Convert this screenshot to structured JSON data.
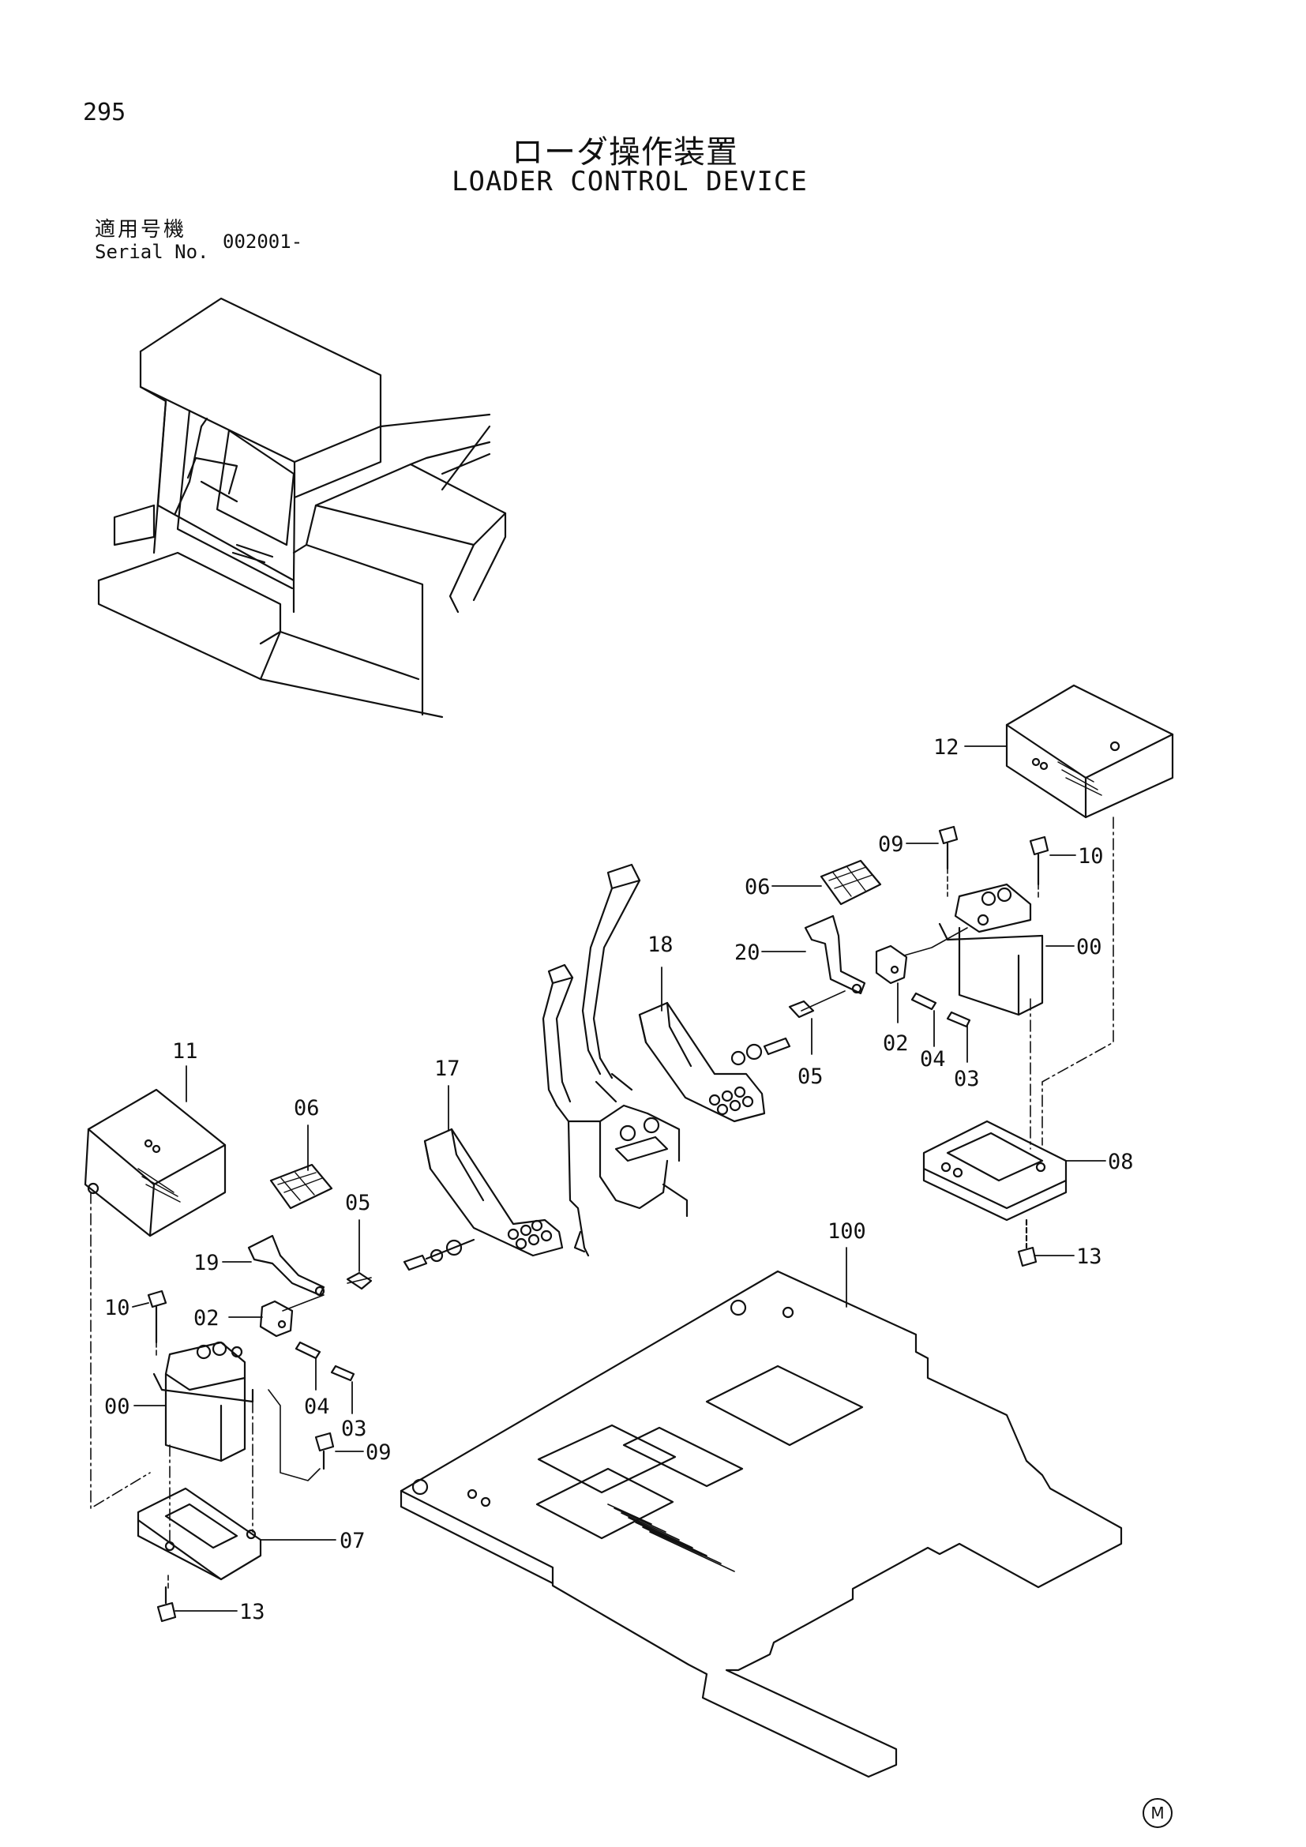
{
  "page": {
    "number": "295",
    "title_jp": "ローダ操作装置",
    "title_en": "LOADER CONTROL DEVICE",
    "serial_label_jp": "適用号機",
    "serial_label_en": "Serial No.",
    "serial_value": "002001-",
    "corner_mark": "M"
  },
  "callouts": [
    "12",
    "09",
    "10",
    "06",
    "00",
    "20",
    "18",
    "02",
    "04",
    "05",
    "03",
    "11",
    "17",
    "06",
    "08",
    "05",
    "19",
    "100",
    "13",
    "10",
    "02",
    "00",
    "04",
    "03",
    "09",
    "07",
    "13"
  ]
}
